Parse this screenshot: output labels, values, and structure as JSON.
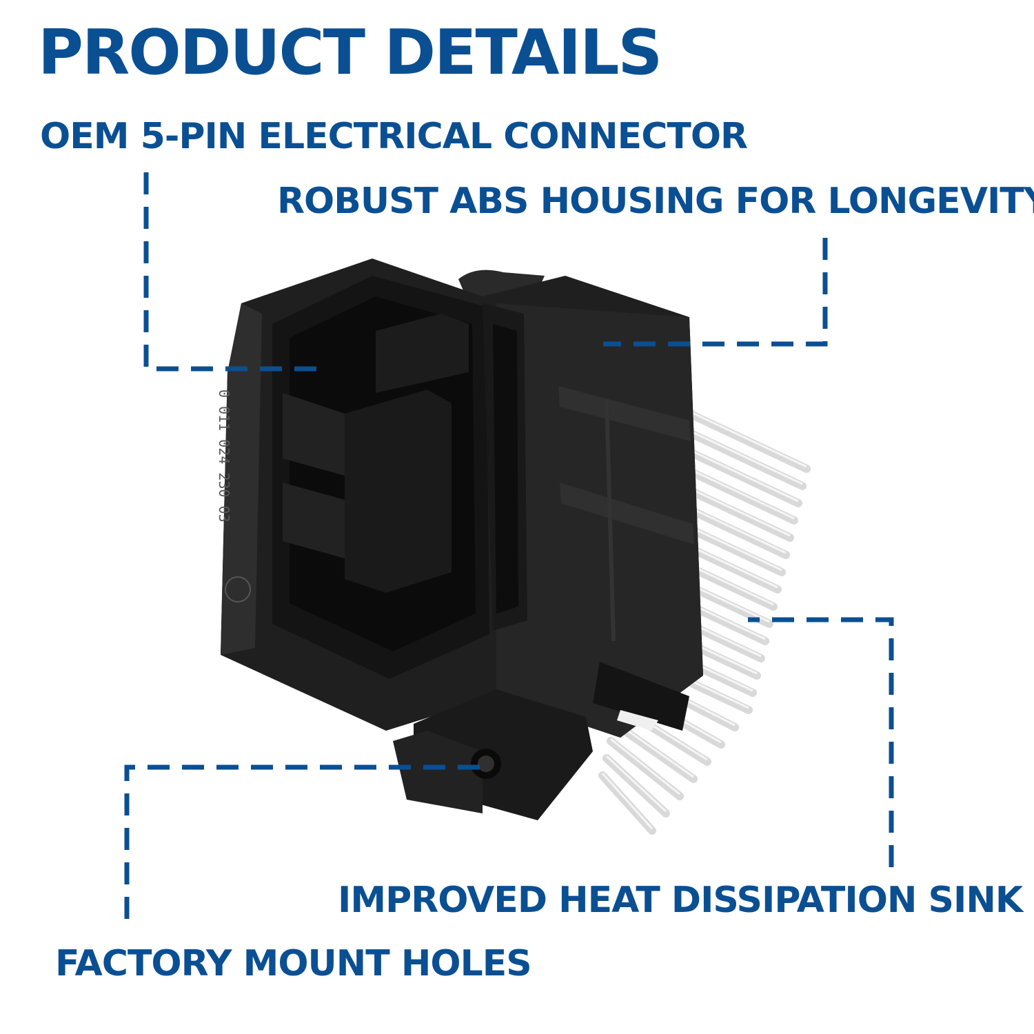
{
  "heading": {
    "title": "PRODUCT DETAILS"
  },
  "callouts": {
    "connector": "OEM 5-PIN ELECTRICAL CONNECTOR",
    "housing": "ROBUST ABS HOUSING FOR LONGEVITY",
    "heat_sink": "IMPROVED HEAT DISSIPATION SINK",
    "mount_holes": "FACTORY MOUNT HOLES"
  },
  "product_image": {
    "name": "blower-motor-resistor-icon",
    "part_marking": "0 011 024 230 03"
  },
  "colors": {
    "accent": "#0b4f93",
    "housing": "#1b1b1b",
    "fins": "#d9d9d9",
    "background": "#ffffff"
  }
}
